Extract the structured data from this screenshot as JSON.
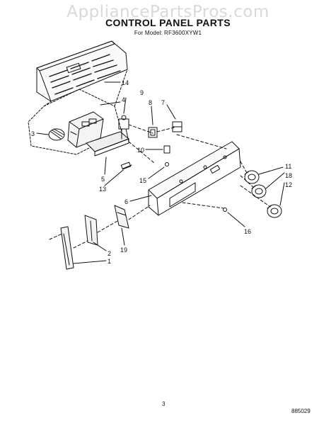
{
  "watermark": "AppliancePartsPros.com",
  "title": "CONTROL PANEL PARTS",
  "model_label": "For Model:",
  "model_number": "RF3600XYW1",
  "page_number": "3",
  "document_code": "885029",
  "callouts": [
    "14",
    "4",
    "9",
    "8",
    "7",
    "3",
    "10",
    "5",
    "15",
    "13",
    "11",
    "18",
    "12",
    "6",
    "16",
    "2",
    "19",
    "1"
  ]
}
